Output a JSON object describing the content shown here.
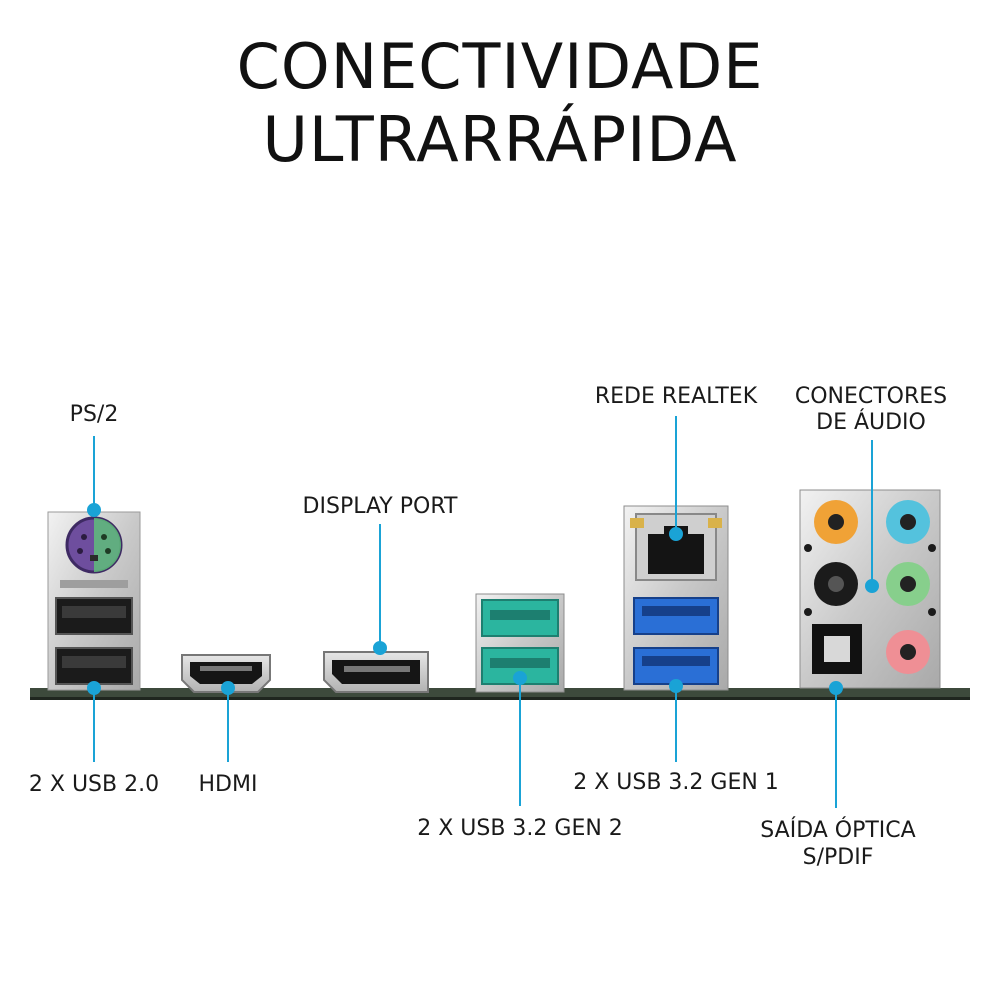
{
  "title": "CONECTIVIDADE ULTRARRÁPIDA",
  "colors": {
    "callout": "#1aa3d6",
    "board": "#3d4a3c",
    "usb3_gen2": "#2bb59f",
    "usb3_gen1": "#2a6fd6",
    "ps2": "#6e4e9e",
    "audio_orange": "#f0a236",
    "audio_blue": "#54c2dd",
    "audio_green": "#87cf8c",
    "audio_pink": "#ef8f95",
    "audio_black": "#1b1b1b"
  },
  "labels": {
    "ps2": "PS/2",
    "usb20": "2 X USB 2.0",
    "hdmi": "HDMI",
    "displayport": "DISPLAY PORT",
    "usb32gen2": "2 X USB 3.2 GEN 2",
    "lan_realtek": "REDE REALTEK",
    "usb32gen1": "2 X USB 3.2 GEN 1",
    "audio_line1": "CONECTORES",
    "audio_line2": "DE ÁUDIO",
    "spdif_line1": "SAÍDA ÓPTICA",
    "spdif_line2": "S/PDIF"
  }
}
